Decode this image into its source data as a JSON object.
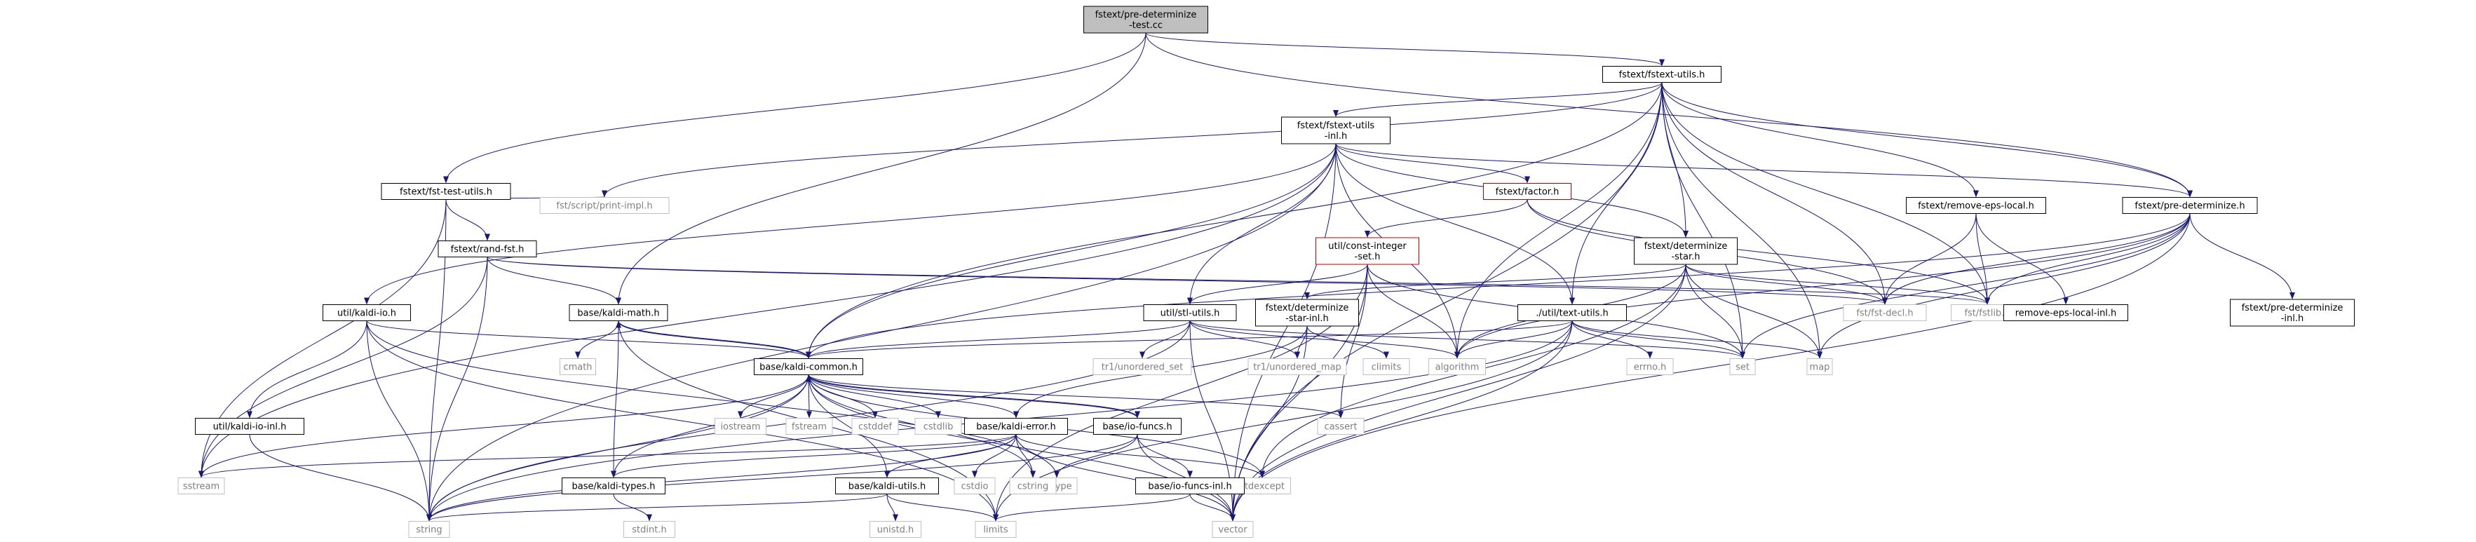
{
  "diagram": {
    "colors": {
      "edge": "#191970",
      "border_default": "#000000",
      "border_red": "#bf0000",
      "border_gray": "#bfbfbf",
      "text_default": "#000000",
      "text_gray": "#808080",
      "fill_root": "#bfbfbf",
      "fill": "#ffffff"
    },
    "nodes": [
      {
        "id": "root",
        "lines": [
          "fstext/pre-determinize",
          "-test.cc"
        ],
        "style": "root"
      },
      {
        "id": "fstext-utils",
        "lines": [
          "fstext/fstext-utils.h"
        ],
        "style": "normal"
      },
      {
        "id": "fstext-utils-inl",
        "lines": [
          "fstext/fstext-utils",
          "-inl.h"
        ],
        "style": "normal"
      },
      {
        "id": "fst-test-utils",
        "lines": [
          "fstext/fst-test-utils.h"
        ],
        "style": "normal"
      },
      {
        "id": "script-print-impl",
        "lines": [
          "fst/script/print-impl.h"
        ],
        "style": "gray"
      },
      {
        "id": "factor",
        "lines": [
          "fstext/factor.h"
        ],
        "style": "red"
      },
      {
        "id": "const-integer-set",
        "lines": [
          "util/const-integer",
          "-set.h"
        ],
        "style": "red"
      },
      {
        "id": "determinize-star",
        "lines": [
          "fstext/determinize",
          "-star.h"
        ],
        "style": "normal"
      },
      {
        "id": "remove-eps-local",
        "lines": [
          "fstext/remove-eps-local.h"
        ],
        "style": "normal"
      },
      {
        "id": "pre-determinize",
        "lines": [
          "fstext/pre-determinize.h"
        ],
        "style": "normal"
      },
      {
        "id": "rand-fst",
        "lines": [
          "fstext/rand-fst.h"
        ],
        "style": "normal"
      },
      {
        "id": "kaldi-io",
        "lines": [
          "util/kaldi-io.h"
        ],
        "style": "normal"
      },
      {
        "id": "kaldi-math",
        "lines": [
          "base/kaldi-math.h"
        ],
        "style": "normal"
      },
      {
        "id": "stl-utils",
        "lines": [
          "util/stl-utils.h"
        ],
        "style": "normal"
      },
      {
        "id": "determinize-star-inl",
        "lines": [
          "fstext/determinize",
          "-star-inl.h"
        ],
        "style": "normal"
      },
      {
        "id": "text-utils",
        "lines": [
          "./util/text-utils.h"
        ],
        "style": "normal"
      },
      {
        "id": "fst-decl",
        "lines": [
          "fst/fst-decl.h"
        ],
        "style": "gray"
      },
      {
        "id": "fstlib",
        "lines": [
          "fst/fstlib.h"
        ],
        "style": "gray"
      },
      {
        "id": "remove-eps-local-inl",
        "lines": [
          "remove-eps-local-inl.h"
        ],
        "style": "normal"
      },
      {
        "id": "pre-determinize-inl",
        "lines": [
          "fstext/pre-determinize",
          "-inl.h"
        ],
        "style": "normal"
      },
      {
        "id": "kaldi-common",
        "lines": [
          "base/kaldi-common.h"
        ],
        "style": "normal"
      },
      {
        "id": "cmath",
        "lines": [
          "cmath"
        ],
        "style": "gray"
      },
      {
        "id": "tr1-unordered-set",
        "lines": [
          "tr1/unordered_set"
        ],
        "style": "gray"
      },
      {
        "id": "tr1-unordered-map",
        "lines": [
          "tr1/unordered_map"
        ],
        "style": "gray"
      },
      {
        "id": "climits",
        "lines": [
          "climits"
        ],
        "style": "gray"
      },
      {
        "id": "algorithm",
        "lines": [
          "algorithm"
        ],
        "style": "gray"
      },
      {
        "id": "errno",
        "lines": [
          "errno.h"
        ],
        "style": "gray"
      },
      {
        "id": "set",
        "lines": [
          "set"
        ],
        "style": "gray"
      },
      {
        "id": "map",
        "lines": [
          "map"
        ],
        "style": "gray"
      },
      {
        "id": "kaldi-io-inl",
        "lines": [
          "util/kaldi-io-inl.h"
        ],
        "style": "normal"
      },
      {
        "id": "iostream",
        "lines": [
          "iostream"
        ],
        "style": "gray"
      },
      {
        "id": "fstream",
        "lines": [
          "fstream"
        ],
        "style": "gray"
      },
      {
        "id": "cstddef",
        "lines": [
          "cstddef"
        ],
        "style": "gray"
      },
      {
        "id": "cstdlib",
        "lines": [
          "cstdlib"
        ],
        "style": "gray"
      },
      {
        "id": "kaldi-error",
        "lines": [
          "base/kaldi-error.h"
        ],
        "style": "normal"
      },
      {
        "id": "io-funcs",
        "lines": [
          "base/io-funcs.h"
        ],
        "style": "normal"
      },
      {
        "id": "cassert",
        "lines": [
          "cassert"
        ],
        "style": "gray"
      },
      {
        "id": "sstream",
        "lines": [
          "sstream"
        ],
        "style": "gray"
      },
      {
        "id": "cctype",
        "lines": [
          "cctype"
        ],
        "style": "gray"
      },
      {
        "id": "kaldi-types",
        "lines": [
          "base/kaldi-types.h"
        ],
        "style": "normal"
      },
      {
        "id": "cstdio",
        "lines": [
          "cstdio"
        ],
        "style": "gray"
      },
      {
        "id": "cstring",
        "lines": [
          "cstring"
        ],
        "style": "gray"
      },
      {
        "id": "kaldi-utils",
        "lines": [
          "base/kaldi-utils.h"
        ],
        "style": "normal"
      },
      {
        "id": "stdexcept",
        "lines": [
          "stdexcept"
        ],
        "style": "gray"
      },
      {
        "id": "io-funcs-inl",
        "lines": [
          "base/io-funcs-inl.h"
        ],
        "style": "normal"
      },
      {
        "id": "string",
        "lines": [
          "string"
        ],
        "style": "gray"
      },
      {
        "id": "stdint",
        "lines": [
          "stdint.h"
        ],
        "style": "gray"
      },
      {
        "id": "unistd",
        "lines": [
          "unistd.h"
        ],
        "style": "gray"
      },
      {
        "id": "limits",
        "lines": [
          "limits"
        ],
        "style": "gray"
      },
      {
        "id": "vector",
        "lines": [
          "vector"
        ],
        "style": "gray"
      }
    ],
    "edges": [
      [
        "root",
        "fstext-utils"
      ],
      [
        "root",
        "fst-test-utils"
      ],
      [
        "root",
        "kaldi-math"
      ],
      [
        "root",
        "pre-determinize"
      ],
      [
        "fstext-utils",
        "fstext-utils-inl"
      ],
      [
        "fstext-utils",
        "script-print-impl"
      ],
      [
        "fstext-utils",
        "determinize-star"
      ],
      [
        "fstext-utils",
        "remove-eps-local"
      ],
      [
        "fstext-utils",
        "pre-determinize"
      ],
      [
        "fstext-utils",
        "text-utils"
      ],
      [
        "fstext-utils",
        "fst-decl"
      ],
      [
        "fstext-utils",
        "fstlib"
      ],
      [
        "fstext-utils",
        "kaldi-common"
      ],
      [
        "fstext-utils",
        "algorithm"
      ],
      [
        "fstext-utils",
        "map"
      ],
      [
        "fstext-utils",
        "set"
      ],
      [
        "fstext-utils",
        "vector"
      ],
      [
        "fstext-utils-inl",
        "factor"
      ],
      [
        "fstext-utils-inl",
        "determinize-star"
      ],
      [
        "fstext-utils-inl",
        "pre-determinize"
      ],
      [
        "fstext-utils-inl",
        "stl-utils"
      ],
      [
        "fstext-utils-inl",
        "text-utils"
      ],
      [
        "fstext-utils-inl",
        "kaldi-io"
      ],
      [
        "fstext-utils-inl",
        "kaldi-common"
      ],
      [
        "fstext-utils-inl",
        "string"
      ],
      [
        "fstext-utils-inl",
        "sstream"
      ],
      [
        "fstext-utils-inl",
        "algorithm"
      ],
      [
        "fstext-utils-inl",
        "vector"
      ],
      [
        "fst-test-utils",
        "rand-fst"
      ],
      [
        "fst-test-utils",
        "script-print-impl"
      ],
      [
        "fst-test-utils",
        "sstream"
      ],
      [
        "fst-test-utils",
        "string"
      ],
      [
        "factor",
        "const-integer-set"
      ],
      [
        "factor",
        "fst-decl"
      ],
      [
        "factor",
        "fstlib"
      ],
      [
        "const-integer-set",
        "stl-utils"
      ],
      [
        "const-integer-set",
        "algorithm"
      ],
      [
        "const-integer-set",
        "set"
      ],
      [
        "const-integer-set",
        "vector"
      ],
      [
        "const-integer-set",
        "limits"
      ],
      [
        "const-integer-set",
        "cassert"
      ],
      [
        "determinize-star",
        "determinize-star-inl"
      ],
      [
        "determinize-star",
        "fst-decl"
      ],
      [
        "determinize-star",
        "fstlib"
      ],
      [
        "determinize-star",
        "algorithm"
      ],
      [
        "determinize-star",
        "map"
      ],
      [
        "determinize-star",
        "set"
      ],
      [
        "determinize-star",
        "vector"
      ],
      [
        "determinize-star",
        "stdexcept"
      ],
      [
        "remove-eps-local",
        "remove-eps-local-inl"
      ],
      [
        "remove-eps-local",
        "fst-decl"
      ],
      [
        "remove-eps-local",
        "fstlib"
      ],
      [
        "pre-determinize",
        "pre-determinize-inl"
      ],
      [
        "pre-determinize",
        "fst-decl"
      ],
      [
        "pre-determinize",
        "fstlib"
      ],
      [
        "pre-determinize",
        "kaldi-common"
      ],
      [
        "pre-determinize",
        "algorithm"
      ],
      [
        "pre-determinize",
        "map"
      ],
      [
        "pre-determinize",
        "set"
      ],
      [
        "pre-determinize",
        "vector"
      ],
      [
        "rand-fst",
        "kaldi-math"
      ],
      [
        "rand-fst",
        "fst-decl"
      ],
      [
        "rand-fst",
        "fstlib"
      ],
      [
        "rand-fst",
        "sstream"
      ],
      [
        "rand-fst",
        "string"
      ],
      [
        "kaldi-io",
        "kaldi-common"
      ],
      [
        "kaldi-io",
        "kaldi-io-inl"
      ],
      [
        "kaldi-io",
        "cctype"
      ],
      [
        "kaldi-io",
        "string"
      ],
      [
        "kaldi-io",
        "limits"
      ],
      [
        "kaldi-io-inl",
        "string"
      ],
      [
        "kaldi-math",
        "kaldi-common"
      ],
      [
        "kaldi-math",
        "cmath"
      ],
      [
        "kaldi-math",
        "kaldi-types"
      ],
      [
        "kaldi-math",
        "limits"
      ],
      [
        "stl-utils",
        "kaldi-common"
      ],
      [
        "stl-utils",
        "tr1-unordered-set"
      ],
      [
        "stl-utils",
        "tr1-unordered-map"
      ],
      [
        "stl-utils",
        "algorithm"
      ],
      [
        "stl-utils",
        "set"
      ],
      [
        "stl-utils",
        "string"
      ],
      [
        "stl-utils",
        "vector"
      ],
      [
        "determinize-star-inl",
        "kaldi-error"
      ],
      [
        "determinize-star-inl",
        "tr1-unordered-map"
      ],
      [
        "determinize-star-inl",
        "climits"
      ],
      [
        "determinize-star-inl",
        "vector"
      ],
      [
        "text-utils",
        "kaldi-common"
      ],
      [
        "text-utils",
        "algorithm"
      ],
      [
        "text-utils",
        "map"
      ],
      [
        "text-utils",
        "set"
      ],
      [
        "text-utils",
        "errno"
      ],
      [
        "text-utils",
        "string"
      ],
      [
        "text-utils",
        "vector"
      ],
      [
        "text-utils",
        "limits"
      ],
      [
        "kaldi-common",
        "kaldi-math"
      ],
      [
        "kaldi-common",
        "kaldi-types"
      ],
      [
        "kaldi-common",
        "kaldi-error"
      ],
      [
        "kaldi-common",
        "kaldi-utils"
      ],
      [
        "kaldi-common",
        "io-funcs"
      ],
      [
        "kaldi-common",
        "iostream"
      ],
      [
        "kaldi-common",
        "fstream"
      ],
      [
        "kaldi-common",
        "cstddef"
      ],
      [
        "kaldi-common",
        "cstdlib"
      ],
      [
        "kaldi-common",
        "cstring"
      ],
      [
        "kaldi-common",
        "cassert"
      ],
      [
        "kaldi-common",
        "sstream"
      ],
      [
        "kaldi-common",
        "stdexcept"
      ],
      [
        "kaldi-common",
        "string"
      ],
      [
        "kaldi-common",
        "vector"
      ],
      [
        "kaldi-error",
        "kaldi-types"
      ],
      [
        "kaldi-error",
        "kaldi-utils"
      ],
      [
        "kaldi-error",
        "cstdio"
      ],
      [
        "kaldi-error",
        "cstring"
      ],
      [
        "kaldi-error",
        "sstream"
      ],
      [
        "kaldi-error",
        "stdexcept"
      ],
      [
        "kaldi-error",
        "string"
      ],
      [
        "kaldi-error",
        "vector"
      ],
      [
        "io-funcs",
        "kaldi-common"
      ],
      [
        "io-funcs",
        "io-funcs-inl"
      ],
      [
        "io-funcs",
        "cctype"
      ],
      [
        "io-funcs",
        "string"
      ],
      [
        "io-funcs",
        "vector"
      ],
      [
        "io-funcs-inl",
        "limits"
      ],
      [
        "io-funcs-inl",
        "vector"
      ],
      [
        "kaldi-types",
        "stdint"
      ],
      [
        "kaldi-utils",
        "unistd"
      ],
      [
        "kaldi-utils",
        "string"
      ],
      [
        "kaldi-utils",
        "limits"
      ]
    ]
  }
}
